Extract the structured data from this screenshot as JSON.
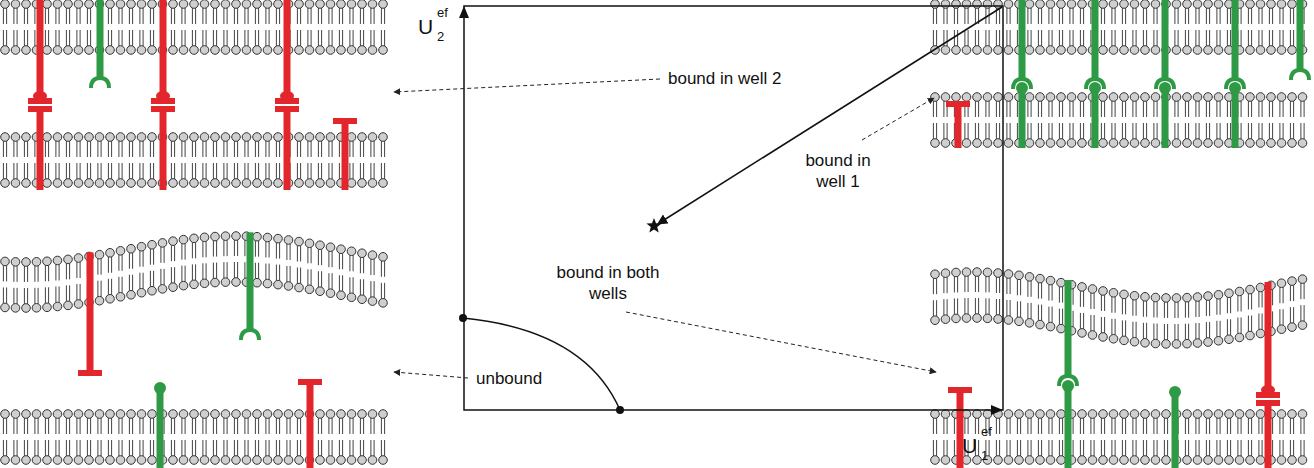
{
  "diagram": {
    "labels": [
      "U",
      "ef",
      "2",
      "bound in well 2",
      "bound in well 1",
      "bound in both wells",
      "unbound",
      "U",
      "ef",
      "1"
    ]
  }
}
